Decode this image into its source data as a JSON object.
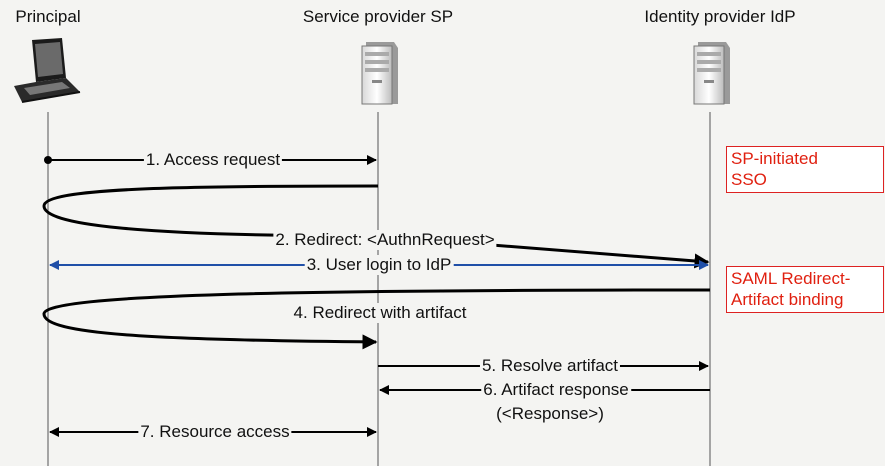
{
  "participants": {
    "principal": "Principal",
    "service_provider": "Service provider SP",
    "identity_provider": "Identity provider IdP"
  },
  "messages": {
    "m1": "1. Access request",
    "m2": "2. Redirect: <AuthnRequest>",
    "m3": "3. User login to IdP",
    "m4": "4. Redirect with artifact",
    "m5": "5. Resolve artifact",
    "m6_line1": "6. Artifact response",
    "m6_line2": "(<Response>)",
    "m7": "7. Resource access"
  },
  "notes": {
    "note1_line1": "SP-initiated",
    "note1_line2": "SSO",
    "note2_line1": "SAML Redirect-",
    "note2_line2": "Artifact binding"
  },
  "colors": {
    "arrow": "#000000",
    "login_arrow": "#1f4fa8",
    "note_text": "#e02010",
    "note_border": "#dd2222"
  },
  "icons": {
    "principal": "laptop-icon",
    "service_provider": "server-icon",
    "identity_provider": "server-icon"
  }
}
